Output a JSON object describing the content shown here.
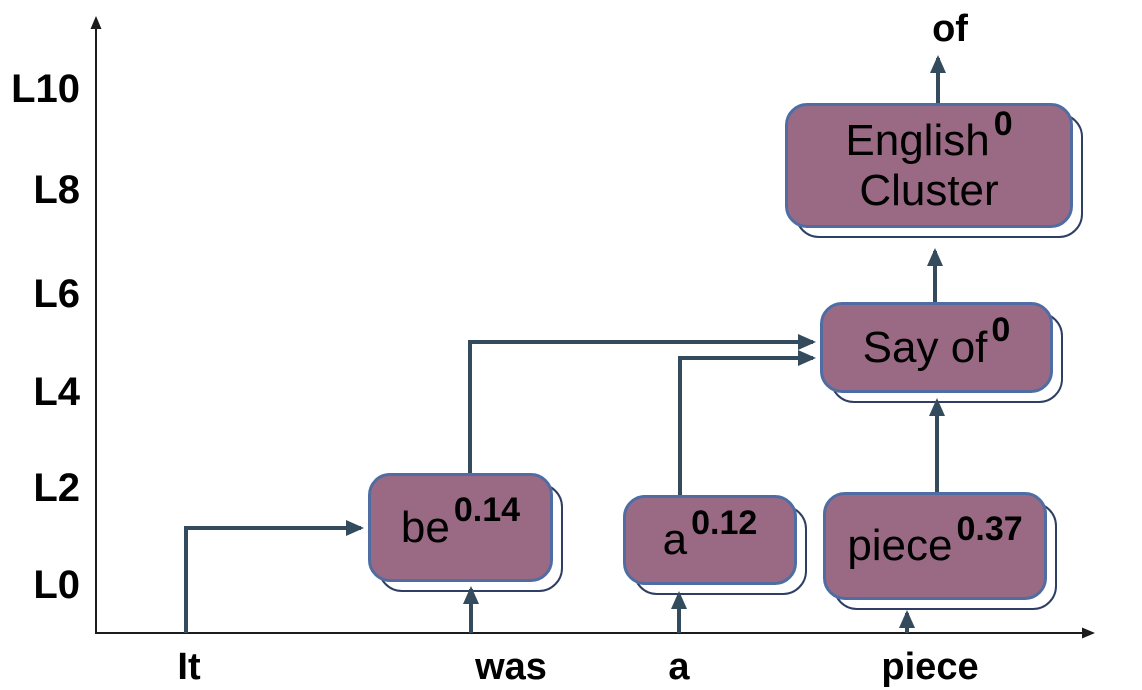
{
  "figure": {
    "output_token": "of",
    "y_axis_labels": [
      "L10",
      "L8",
      "L6",
      "L4",
      "L2",
      "L0"
    ],
    "x_axis_labels": [
      "It",
      "was",
      "a",
      "piece"
    ],
    "nodes": {
      "be": {
        "label": "be",
        "score": "0.14"
      },
      "a": {
        "label": "a",
        "score": "0.12"
      },
      "piece": {
        "label": "piece",
        "score": "0.37"
      },
      "say_of": {
        "label": "Say of",
        "score": "0"
      },
      "english_cluster": {
        "line1": "English",
        "line2": "Cluster",
        "score": "0"
      }
    },
    "edges": [
      {
        "from": "input-It",
        "to": "be"
      },
      {
        "from": "input-was",
        "to": "be"
      },
      {
        "from": "input-a",
        "to": "a"
      },
      {
        "from": "input-piece",
        "to": "piece"
      },
      {
        "from": "be",
        "to": "say_of"
      },
      {
        "from": "a",
        "to": "say_of"
      },
      {
        "from": "piece",
        "to": "say_of"
      },
      {
        "from": "say_of",
        "to": "english_cluster"
      },
      {
        "from": "english_cluster",
        "to": "output-of"
      }
    ],
    "colors": {
      "node_fill": "#9a6a84",
      "node_border": "#4f6da3",
      "shadow_border": "#2e3f63",
      "arrow": "#334b5c",
      "axis": "#1c1c1c",
      "text": "#000000",
      "background": "#ffffff"
    }
  }
}
